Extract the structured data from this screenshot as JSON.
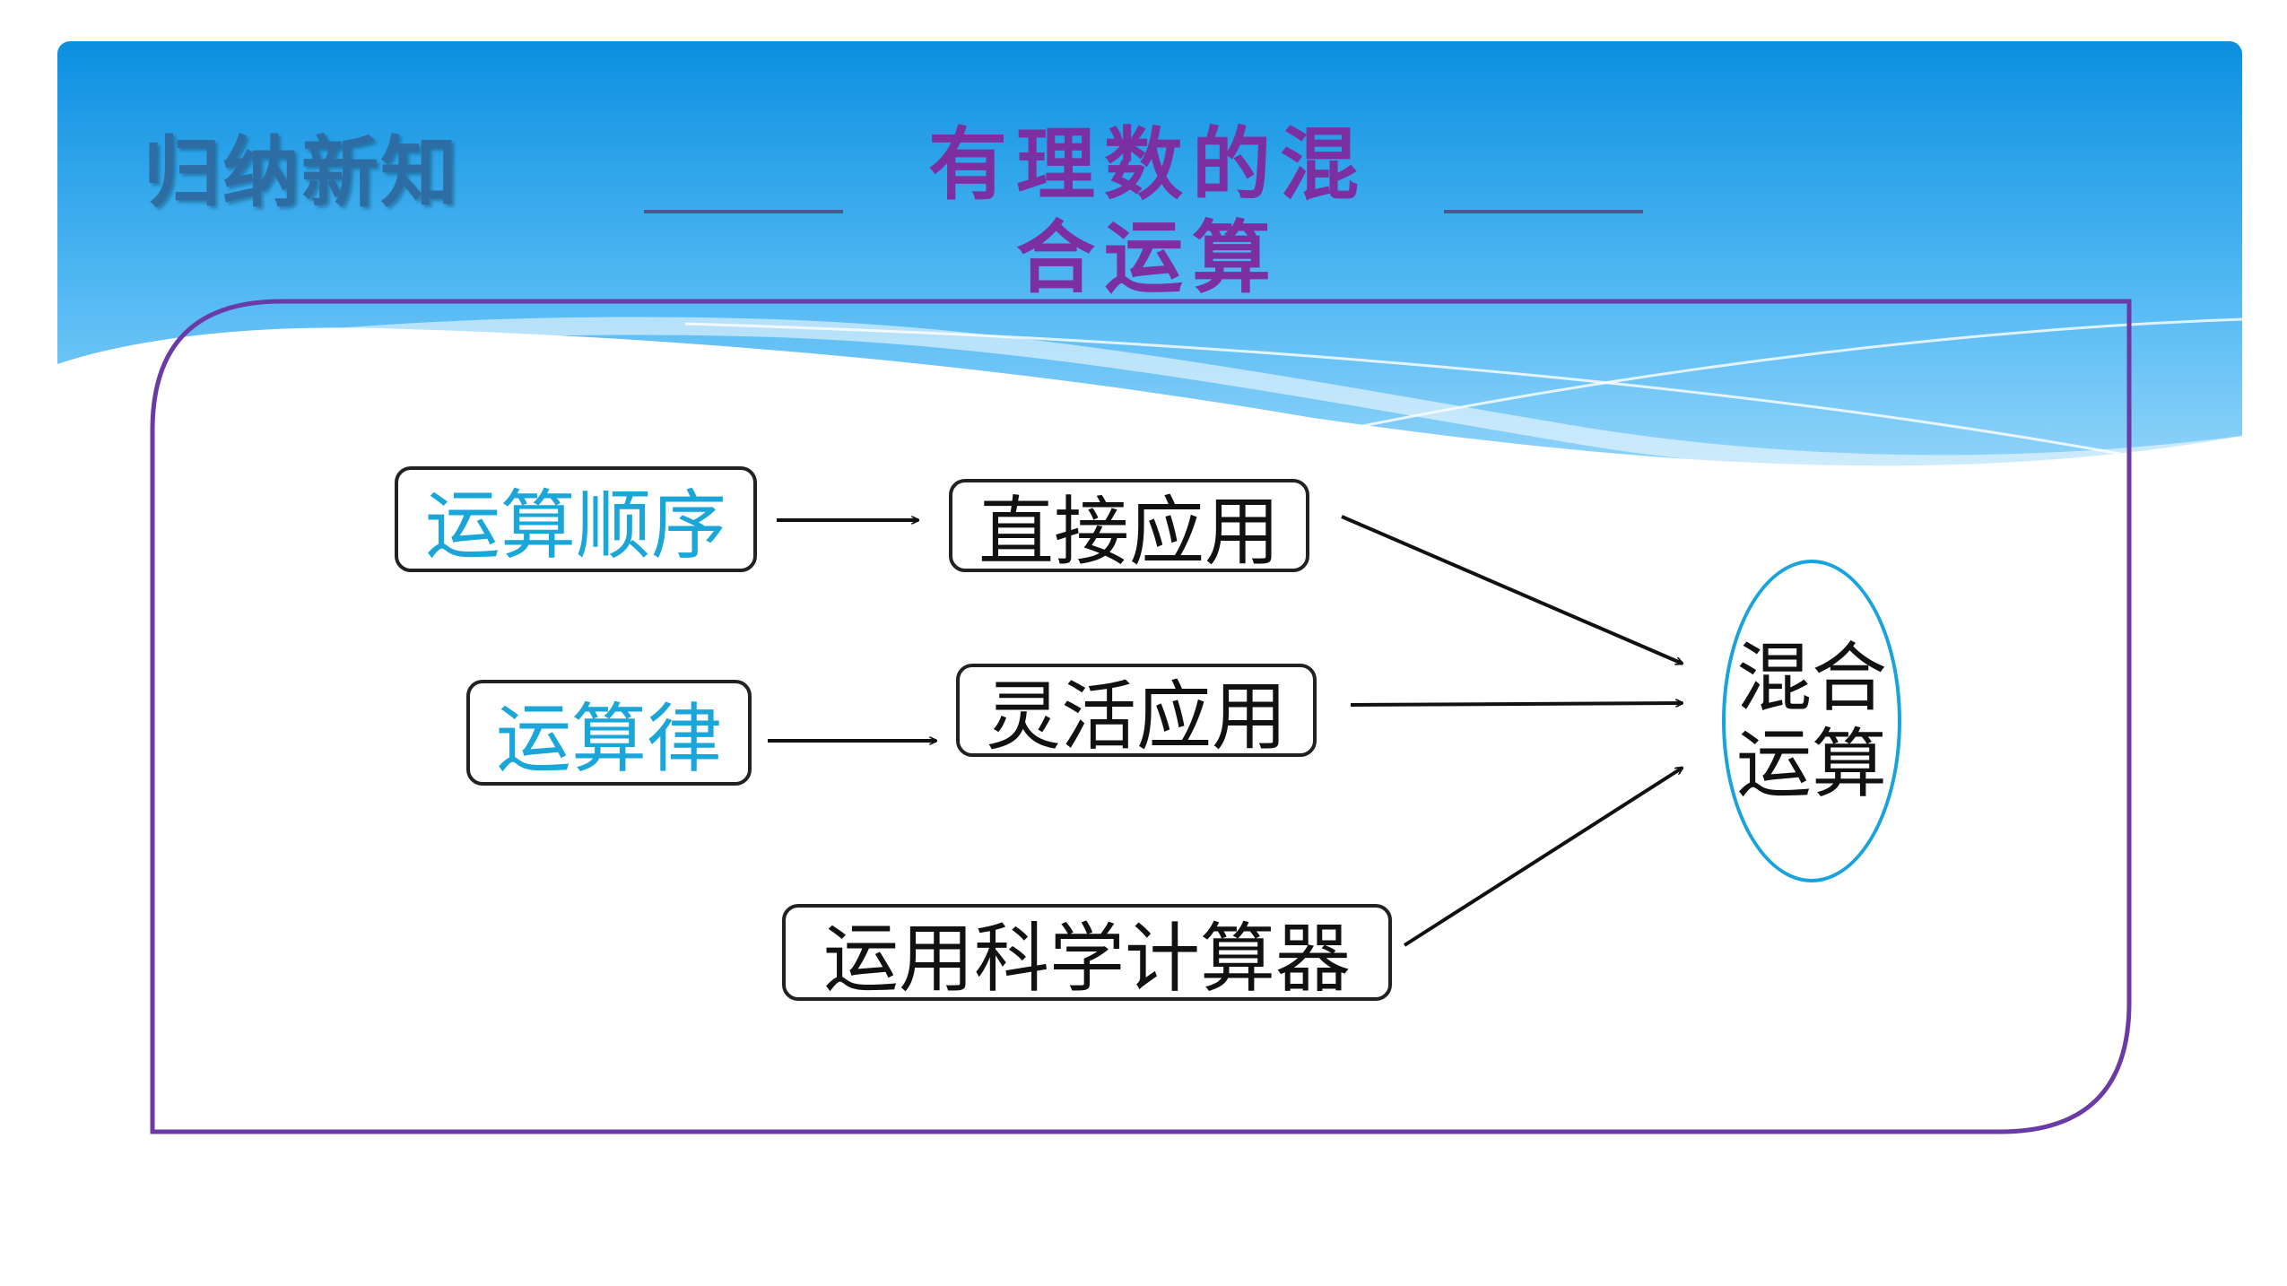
{
  "header": {
    "section_label": "归纳新知",
    "title": "有理数的混合运算"
  },
  "nodes": {
    "order": "运算顺序",
    "laws": "运算律",
    "direct": "直接应用",
    "flexible": "灵活应用",
    "calculator": "运用科学计算器",
    "target": "混合运算"
  },
  "colors": {
    "header_blue": "#0b8fe0",
    "title_purple": "#7b2fa0",
    "frame_purple": "#6a3aa6",
    "node_cyan": "#1aa6d8",
    "ellipse_border": "#19a3dc"
  }
}
